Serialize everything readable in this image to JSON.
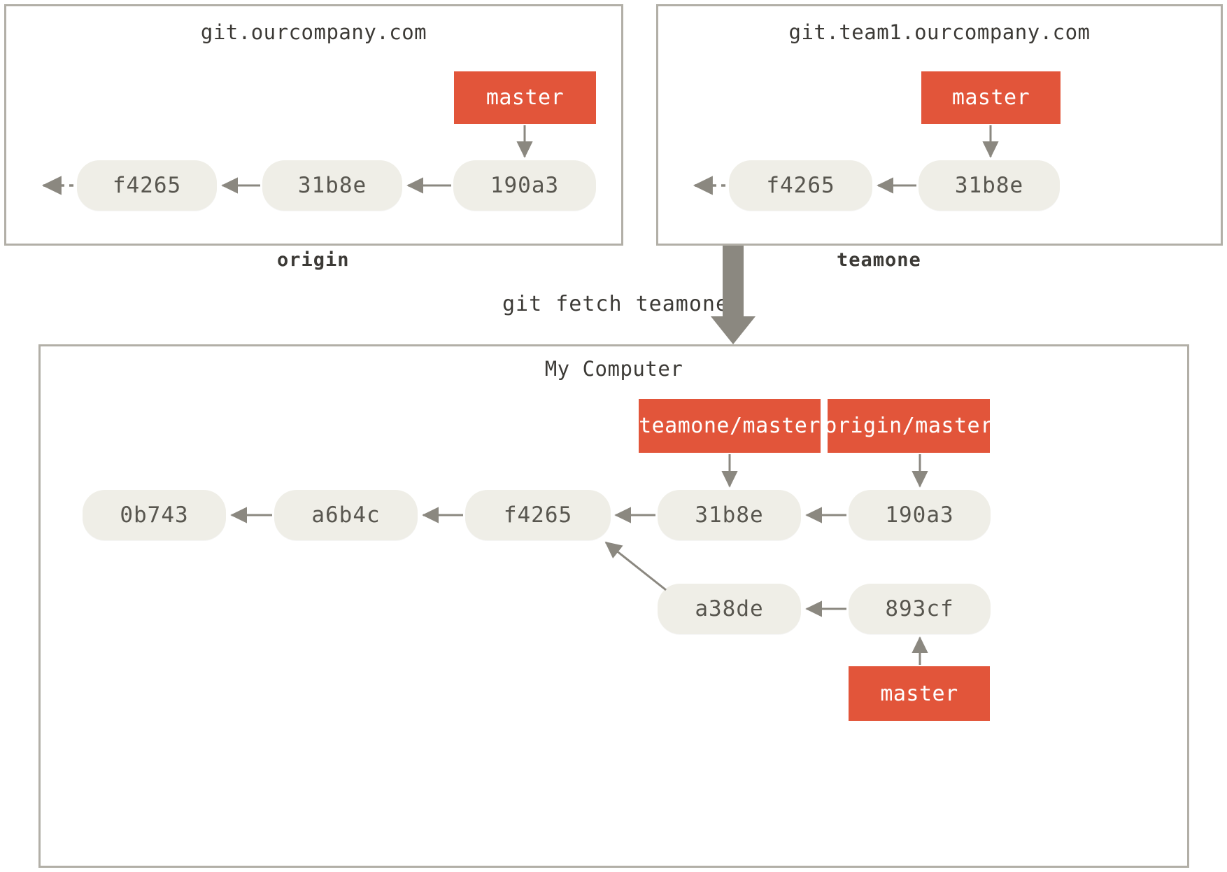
{
  "diagram": {
    "title": "git fetch teamone remote tracking diagram",
    "colors": {
      "branch_label_bg": "#e2553a",
      "branch_label_text": "#ffffff",
      "commit_node_bg": "#efeee7",
      "commit_node_text": "#58564f",
      "panel_border": "#b2afa7",
      "arrow_gray": "#8b8880",
      "big_arrow_gray": "#8b8880",
      "page_bg": "#ffffff"
    }
  },
  "panels": {
    "origin": {
      "title": "git.ourcompany.com",
      "caption": "origin",
      "commits": [
        {
          "id": "f4265"
        },
        {
          "id": "31b8e"
        },
        {
          "id": "190a3"
        }
      ],
      "branch_label": "master",
      "branch_points_to": "190a3",
      "has_history_ellipsis": true
    },
    "teamone": {
      "title": "git.team1.ourcompany.com",
      "caption": "teamone",
      "commits": [
        {
          "id": "f4265"
        },
        {
          "id": "31b8e"
        }
      ],
      "branch_label": "master",
      "branch_points_to": "31b8e",
      "has_history_ellipsis": true
    },
    "mycomputer": {
      "title": "My Computer",
      "main_row_commits": [
        {
          "id": "0b743"
        },
        {
          "id": "a6b4c"
        },
        {
          "id": "f4265"
        },
        {
          "id": "31b8e"
        },
        {
          "id": "190a3"
        }
      ],
      "lower_row_commits": [
        {
          "id": "a38de"
        },
        {
          "id": "893cf"
        }
      ],
      "branch_labels": [
        {
          "label": "teamone/master",
          "points_to": "31b8e"
        },
        {
          "label": "origin/master",
          "points_to": "190a3"
        },
        {
          "label": "master",
          "points_to": "893cf"
        }
      ]
    }
  },
  "command": {
    "label": "git fetch teamone"
  },
  "icons": {
    "history_ellipsis": "history-ellipsis-icon",
    "flow_arrow": "down-flow-arrow-icon"
  }
}
